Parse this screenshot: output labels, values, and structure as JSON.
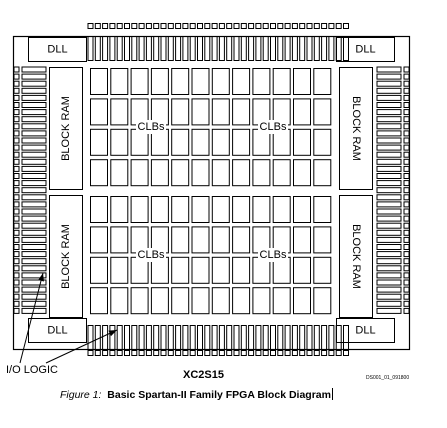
{
  "diagram": {
    "dll_label": "DLL",
    "block_ram_label": "BLOCK RAM",
    "clbs_label": "CLBs",
    "chip_name": "XC2S15",
    "io_logic_label": "I/O LOGIC",
    "doc_id": "DS001_01_091800"
  },
  "caption": {
    "figure": "Figure 1:",
    "title": "Basic Spartan-II Family FPGA Block Diagram"
  },
  "colors": {
    "line": "#000000",
    "background": "#ffffff"
  }
}
